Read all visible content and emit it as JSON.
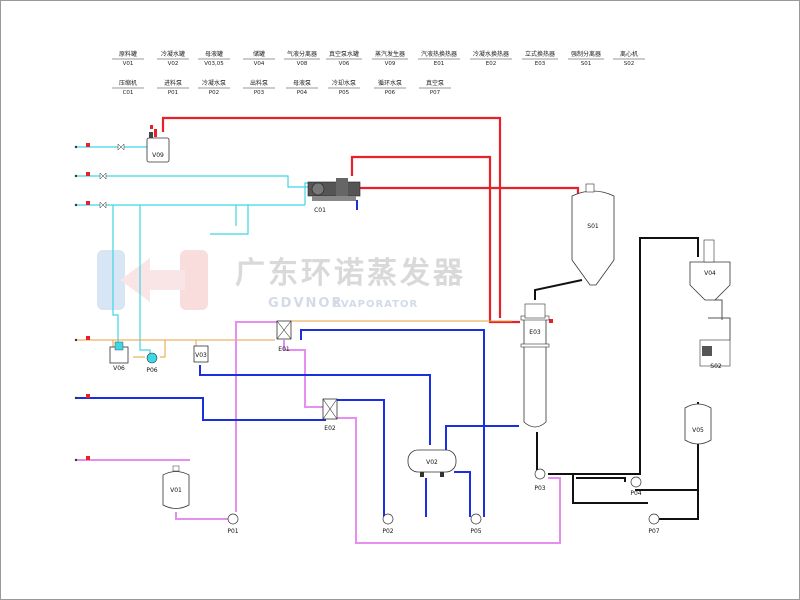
{
  "legend": {
    "row1": [
      {
        "name": "原料罐",
        "code": "V01"
      },
      {
        "name": "冷凝水罐",
        "code": "V02"
      },
      {
        "name": "母液罐",
        "code": "V03,05"
      },
      {
        "name": "储罐",
        "code": "V04"
      },
      {
        "name": "气液分离器",
        "code": "V08"
      },
      {
        "name": "真空泵水罐",
        "code": "V06"
      },
      {
        "name": "蒸汽发生器",
        "code": "V09"
      },
      {
        "name": "汽液热换热器",
        "code": "E01"
      },
      {
        "name": "冷凝水换热器",
        "code": "E02"
      },
      {
        "name": "立式换热器",
        "code": "E03"
      },
      {
        "name": "强制分离器",
        "code": "S01"
      },
      {
        "name": "离心机",
        "code": "S02"
      }
    ],
    "row2": [
      {
        "name": "压缩机",
        "code": "C01"
      },
      {
        "name": "进料泵",
        "code": "P01"
      },
      {
        "name": "冷凝水泵",
        "code": "P02"
      },
      {
        "name": "出料泵",
        "code": "P03"
      },
      {
        "name": "母液泵",
        "code": "P04"
      },
      {
        "name": "冷却水泵",
        "code": "P05"
      },
      {
        "name": "循环水泵",
        "code": "P06"
      },
      {
        "name": "真空泵",
        "code": "P07"
      }
    ]
  },
  "watermark": {
    "company": "广东环诺蒸发器",
    "brand": "GDVNOR",
    "suffix": "EVAPORATOR"
  },
  "tags": {
    "v09": "V09",
    "c01": "C01",
    "s01": "S01",
    "e03": "E03",
    "v04": "V04",
    "s02": "S02",
    "v05": "V05",
    "v06": "V06",
    "p06": "P06",
    "v03": "V03",
    "e01": "E01",
    "e02": "E02",
    "v02": "V02",
    "v01": "V01",
    "p01": "P01",
    "p02": "P02",
    "p05": "P05",
    "p03": "P03",
    "p04": "P04",
    "p07": "P07"
  },
  "colors": {
    "steam": "#e8202a",
    "vapor_red": "#e8202a",
    "cooling_water": "#3fd6e6",
    "feed": "#e78ff0",
    "chilled_water": "#1a2fe0",
    "condensate_orange": "#e8a040",
    "product_black": "#111111",
    "vacuum_gray": "#888888"
  }
}
